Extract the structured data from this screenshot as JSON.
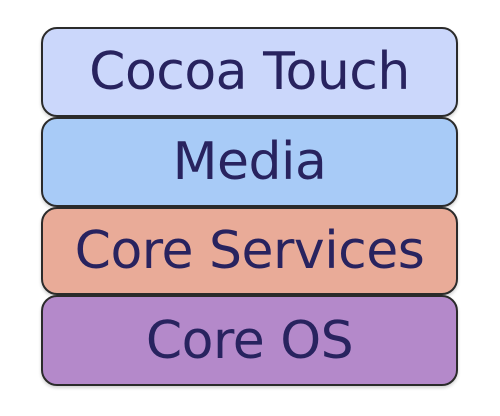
{
  "layers": [
    {
      "label": "Cocoa Touch",
      "color": "#cbd7fb"
    },
    {
      "label": "Media",
      "color": "#a8cbf7"
    },
    {
      "label": "Core Services",
      "color": "#e9ab98"
    },
    {
      "label": "Core OS",
      "color": "#b489ca"
    }
  ]
}
